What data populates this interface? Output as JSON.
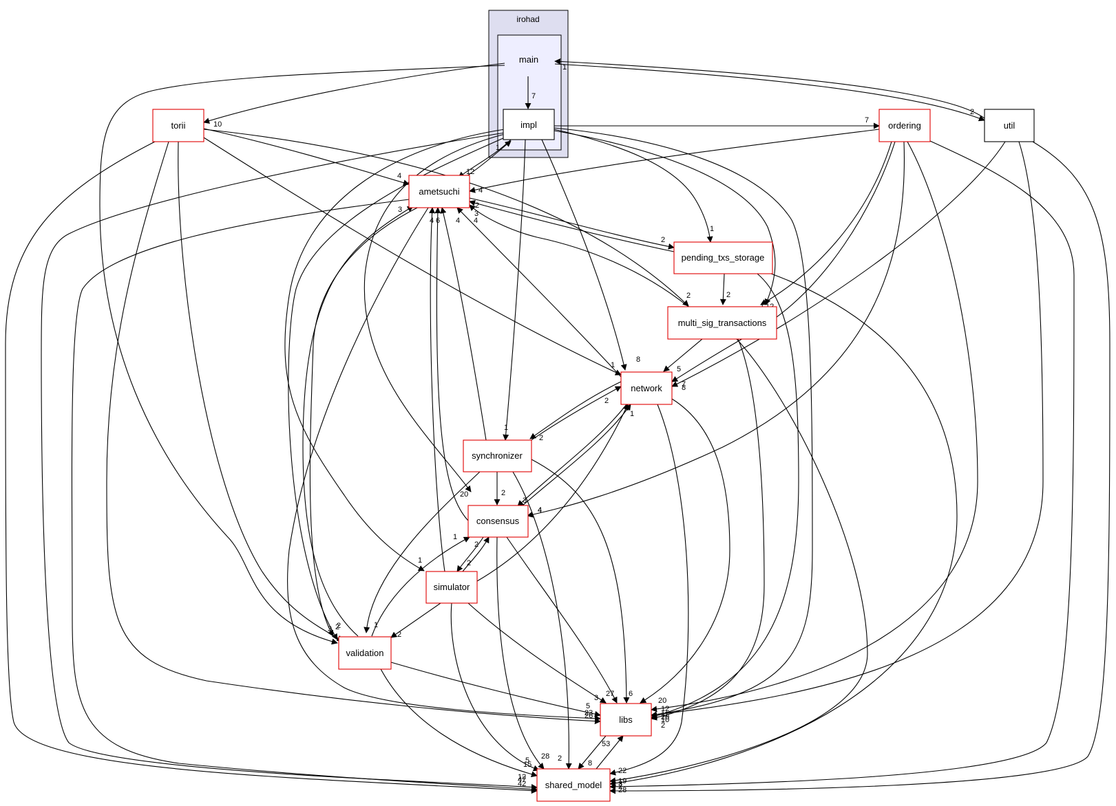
{
  "clusters": {
    "irohad": {
      "label": "irohad"
    },
    "main": {
      "label": "main"
    }
  },
  "nodes": {
    "impl": {
      "label": "impl"
    },
    "torii": {
      "label": "torii"
    },
    "ordering": {
      "label": "ordering"
    },
    "util": {
      "label": "util"
    },
    "ametsuchi": {
      "label": "ametsuchi"
    },
    "pending_txs_storage": {
      "label": "pending_txs_storage"
    },
    "multi_sig_transactions": {
      "label": "multi_sig_transactions"
    },
    "network": {
      "label": "network"
    },
    "synchronizer": {
      "label": "synchronizer"
    },
    "consensus": {
      "label": "consensus"
    },
    "simulator": {
      "label": "simulator"
    },
    "validation": {
      "label": "validation"
    },
    "libs": {
      "label": "libs"
    },
    "shared_model": {
      "label": "shared_model"
    }
  },
  "edge_labels": {
    "main_impl": "7",
    "main_torii": "10",
    "util_main": "1",
    "main_util": "2",
    "impl_ordering": "7",
    "impl_ametsuchi": "12",
    "ametsuchi_impl": "1",
    "impl_pending": "1",
    "impl_multisig": "12",
    "impl_network": "8",
    "impl_synchronizer": "1",
    "impl_consensus": "20",
    "impl_simulator": "1",
    "torii_ametsuchi": "4",
    "ordering_ametsuchi": "4",
    "ametsuchi_pending": "2",
    "pending_ametsuchi": "2",
    "multisig_ametsuchi": "3",
    "torii_network": "1",
    "torii_multisig": "2",
    "pending_multisig": "2",
    "multisig_network": "5",
    "ordering_network": "8",
    "util_network": "7",
    "network_synchronizer": "2",
    "synchronizer_network": "2",
    "synchronizer_consensus": "2",
    "network_consensus": "3",
    "consensus_network": "4",
    "consensus_simulator": "2",
    "simulator_consensus": "2",
    "simulator_network": "1",
    "synchronizer_validation": "1",
    "validation_consensus": "1",
    "simulator_validation": "2",
    "validation_ametsuchi": "3",
    "simulator_ametsuchi": "4",
    "consensus_ametsuchi": "6",
    "synchronizer_ametsuchi": "4",
    "network_ametsuchi": "4",
    "torii_validation": "2",
    "impl_validation": "3",
    "ametsuchi_validation": "2",
    "validation_libs": "5",
    "simulator_libs": "3",
    "consensus_libs": "27",
    "synchronizer_libs": "6",
    "network_libs": "20",
    "ordering_libs": "12",
    "util_libs": "10",
    "multisig_libs": "20",
    "pending_libs": "11",
    "impl_libs": "2",
    "ametsuchi_libs": "26",
    "torii_libs": "23",
    "libs_shared": "8",
    "shared_libs": "53",
    "synchronizer_shared": "2",
    "consensus_shared": "28",
    "network_shared": "22",
    "simulator_shared": "5",
    "validation_shared": "15",
    "torii_shared": "42",
    "impl_shared": "47",
    "ametsuchi_shared": "12",
    "ordering_shared": "2",
    "util_shared": "28",
    "multisig_shared": "19",
    "pending_shared": "3",
    "ordering_multisig": "1",
    "ordering_consensus": "4"
  }
}
